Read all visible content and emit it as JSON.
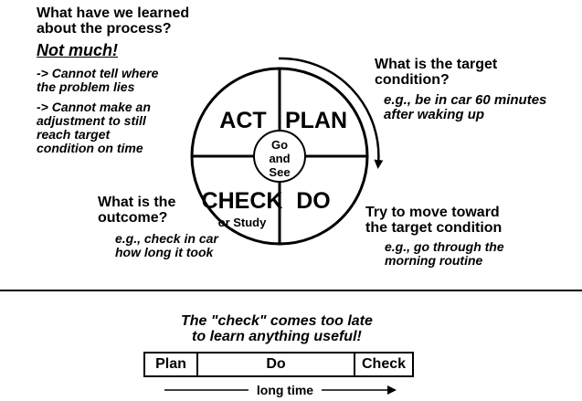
{
  "top_left": {
    "heading": "What have we learned\nabout the process?",
    "answer": "Not much!",
    "bullet1": "-> Cannot tell where\n     the problem lies",
    "bullet2": "-> Cannot make an\n     adjustment to still\n     reach target\n     condition on time"
  },
  "top_right": {
    "question": "What is the target\ncondition?",
    "example": "e.g., be in car 60 minutes\nafter waking up"
  },
  "bottom_left": {
    "question": "What is the\noutcome?",
    "example": "e.g., check in car\nhow long it took"
  },
  "bottom_right": {
    "question": "Try to move toward\nthe target condition",
    "example": "e.g., go through the\nmorning routine"
  },
  "cycle": {
    "act": "ACT",
    "plan": "PLAN",
    "check": "CHECK",
    "check_sub": "or Study",
    "do": "DO",
    "center": [
      "Go",
      "and",
      "See"
    ]
  },
  "bottom": {
    "statement": "The \"check\" comes too late\nto learn anything useful!",
    "timeline": [
      "Plan",
      "Do",
      "Check"
    ],
    "duration_label": "long time"
  }
}
